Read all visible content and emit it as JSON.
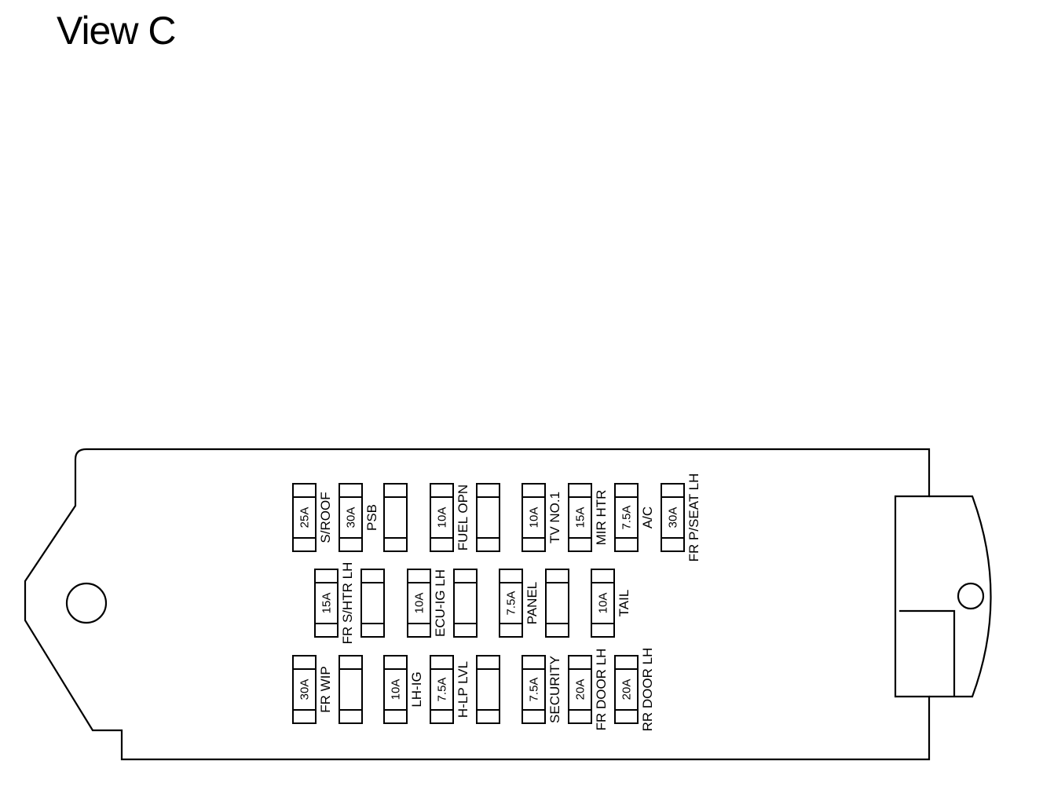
{
  "title": "View C",
  "fuses": [
    {
      "id": "f1",
      "amp": "25A",
      "label": "S/ROOF"
    },
    {
      "id": "f2",
      "amp": "30A",
      "label": "PSB"
    },
    {
      "id": "f3",
      "amp": "",
      "label": ""
    },
    {
      "id": "f4",
      "amp": "10A",
      "label": "FUEL OPN"
    },
    {
      "id": "f5",
      "amp": "",
      "label": ""
    },
    {
      "id": "f6",
      "amp": "10A",
      "label": "TV NO.1"
    },
    {
      "id": "f7",
      "amp": "15A",
      "label": "MIR HTR"
    },
    {
      "id": "f8",
      "amp": "7.5A",
      "label": "A/C"
    },
    {
      "id": "f9",
      "amp": "30A",
      "label": "FR P/SEAT LH"
    },
    {
      "id": "f10",
      "amp": "15A",
      "label": "FR S/HTR LH"
    },
    {
      "id": "f11",
      "amp": "",
      "label": ""
    },
    {
      "id": "f12",
      "amp": "10A",
      "label": "ECU-IG LH"
    },
    {
      "id": "f13",
      "amp": "",
      "label": ""
    },
    {
      "id": "f14",
      "amp": "7.5A",
      "label": "PANEL"
    },
    {
      "id": "f15",
      "amp": "",
      "label": ""
    },
    {
      "id": "f16",
      "amp": "10A",
      "label": "TAIL"
    },
    {
      "id": "f17",
      "amp": "30A",
      "label": "FR WIP"
    },
    {
      "id": "f18",
      "amp": "",
      "label": ""
    },
    {
      "id": "f19",
      "amp": "10A",
      "label": "LH-IG"
    },
    {
      "id": "f20",
      "amp": "7.5A",
      "label": "H-LP LVL"
    },
    {
      "id": "f21",
      "amp": "",
      "label": ""
    },
    {
      "id": "f22",
      "amp": "7.5A",
      "label": "SECURITY"
    },
    {
      "id": "f23",
      "amp": "20A",
      "label": "FR DOOR LH"
    },
    {
      "id": "f24",
      "amp": "20A",
      "label": "RR DOOR LH"
    }
  ]
}
